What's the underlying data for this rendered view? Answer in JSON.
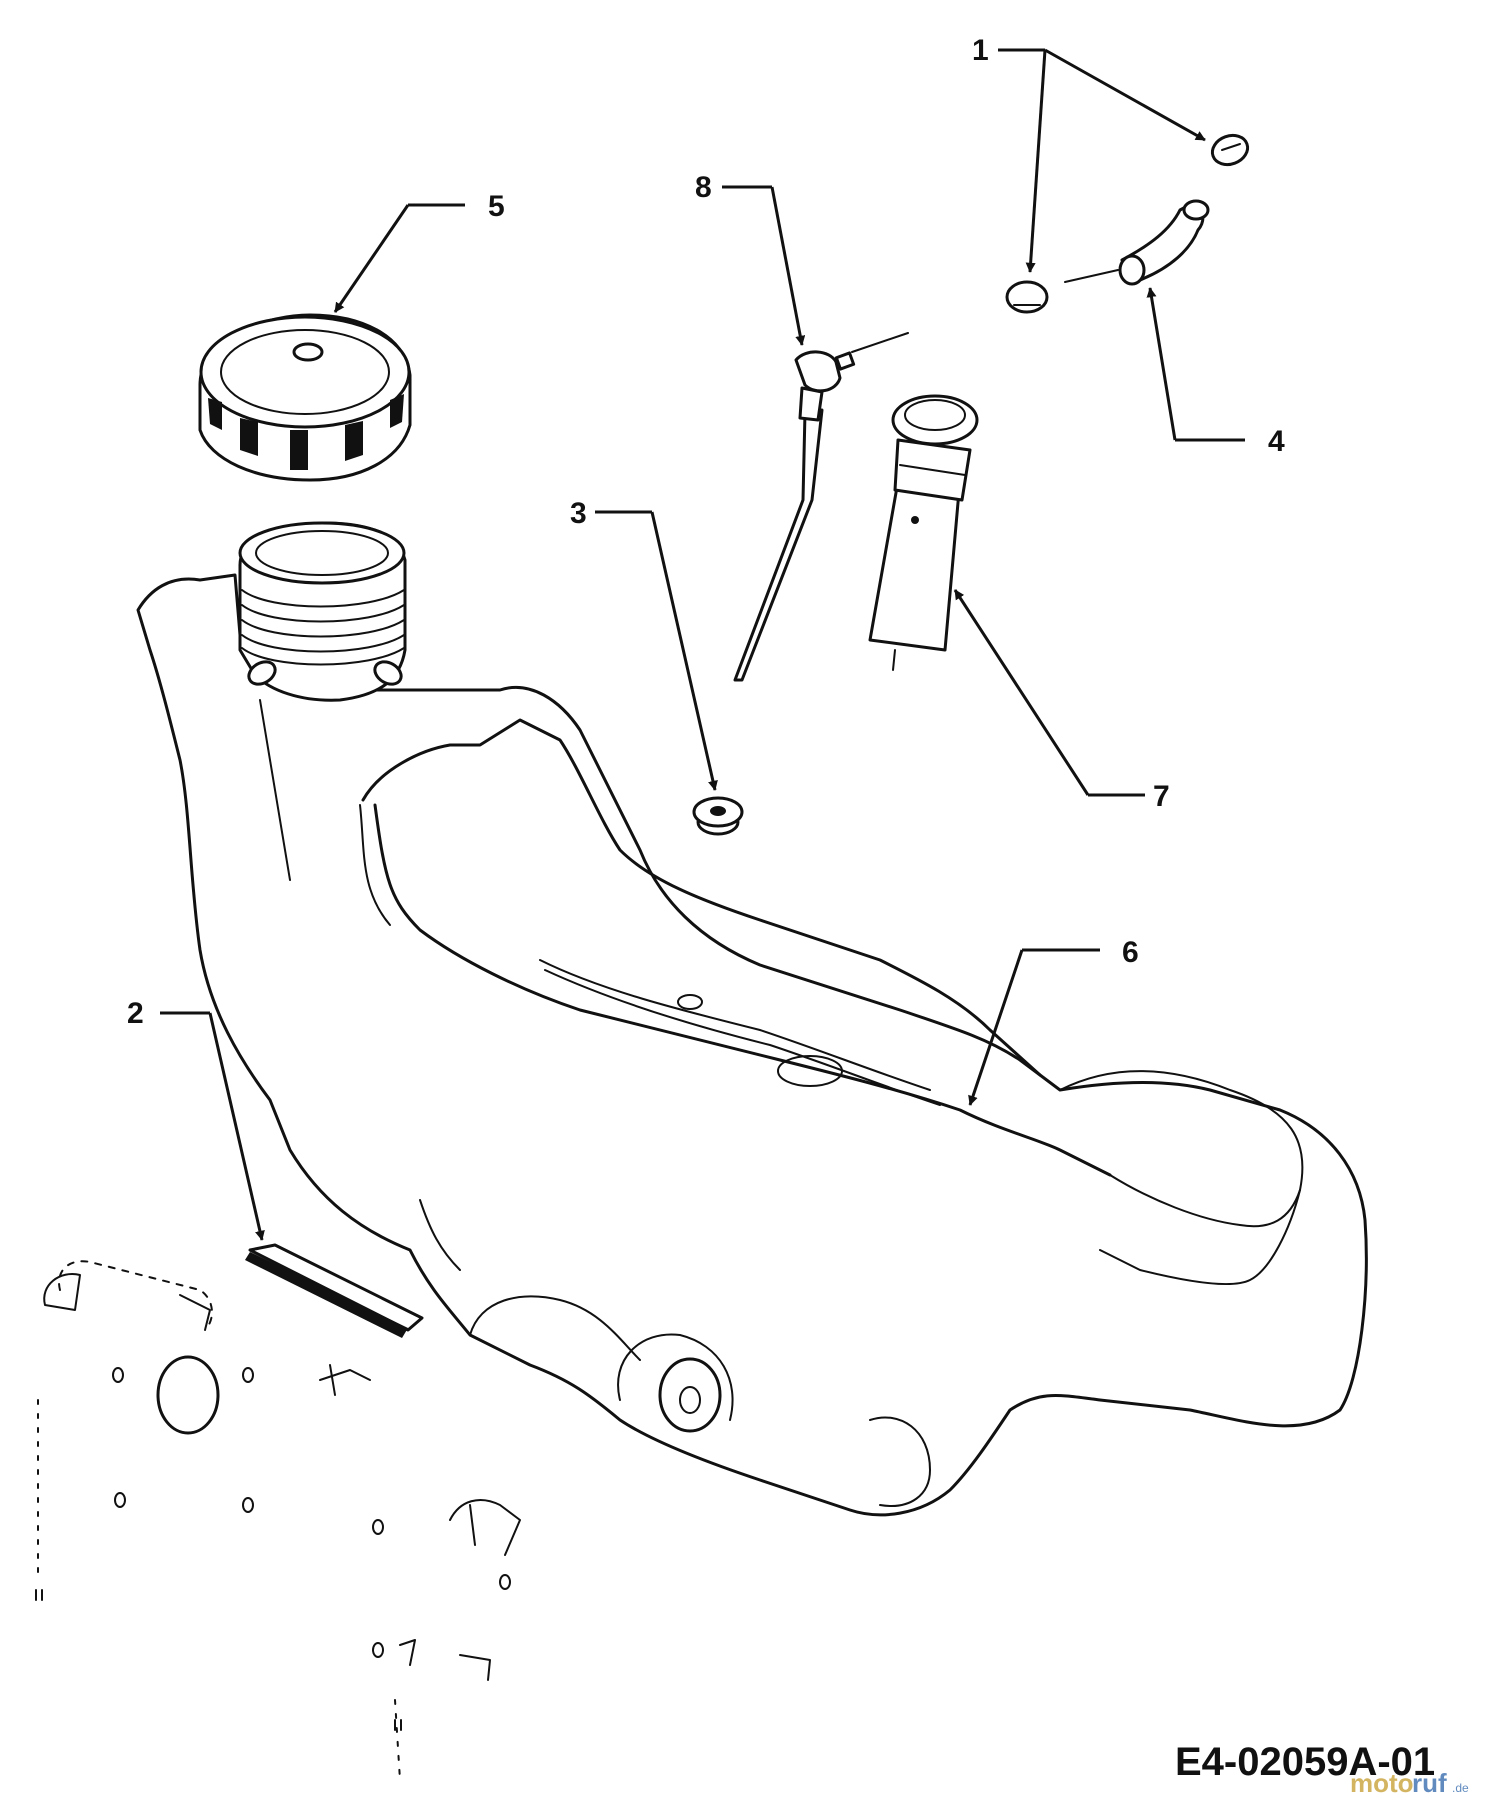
{
  "diagram": {
    "drawing_code": "E4-02059A-01",
    "watermark": "motoruf.de",
    "callouts": [
      {
        "id": "1",
        "label": "1",
        "part": "hose-clamp"
      },
      {
        "id": "2",
        "label": "2",
        "part": "tank-strap-pad"
      },
      {
        "id": "3",
        "label": "3",
        "part": "grommet"
      },
      {
        "id": "4",
        "label": "4",
        "part": "fuel-hose"
      },
      {
        "id": "5",
        "label": "5",
        "part": "fuel-cap"
      },
      {
        "id": "6",
        "label": "6",
        "part": "fuel-tank"
      },
      {
        "id": "7",
        "label": "7",
        "part": "fuel-gauge-sender"
      },
      {
        "id": "8",
        "label": "8",
        "part": "fuel-pickup-tube-elbow"
      }
    ]
  }
}
